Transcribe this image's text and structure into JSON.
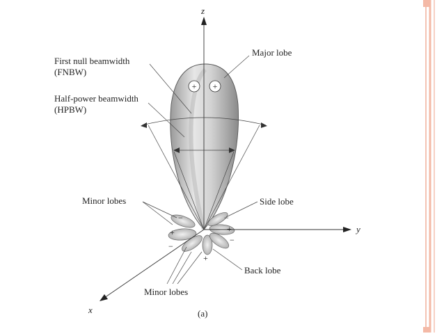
{
  "slide": {
    "accent_color": "#f4b9a6"
  },
  "diagram": {
    "axes": {
      "z": "z",
      "y": "y",
      "x": "x"
    },
    "labels": {
      "fnbw_line1": "First null beamwidth",
      "fnbw_line2": "(FNBW)",
      "hpbw_line1": "Half-power beamwidth",
      "hpbw_line2": "(HPBW)",
      "major_lobe": "Major lobe",
      "minor_lobes_left": "Minor lobes",
      "side_lobe": "Side lobe",
      "back_lobe": "Back lobe",
      "minor_lobes_bottom": "Minor lobes",
      "caption": "(a)"
    },
    "signs": {
      "main_plus_1": "+",
      "main_plus_2": "+",
      "left_minus": "−",
      "left_plus": "+",
      "left_minus_2": "−",
      "right_minus_top": "−",
      "right_minus": "−",
      "right_plus": "+",
      "right_minus_bottom": "−",
      "bottom_plus": "+"
    }
  }
}
